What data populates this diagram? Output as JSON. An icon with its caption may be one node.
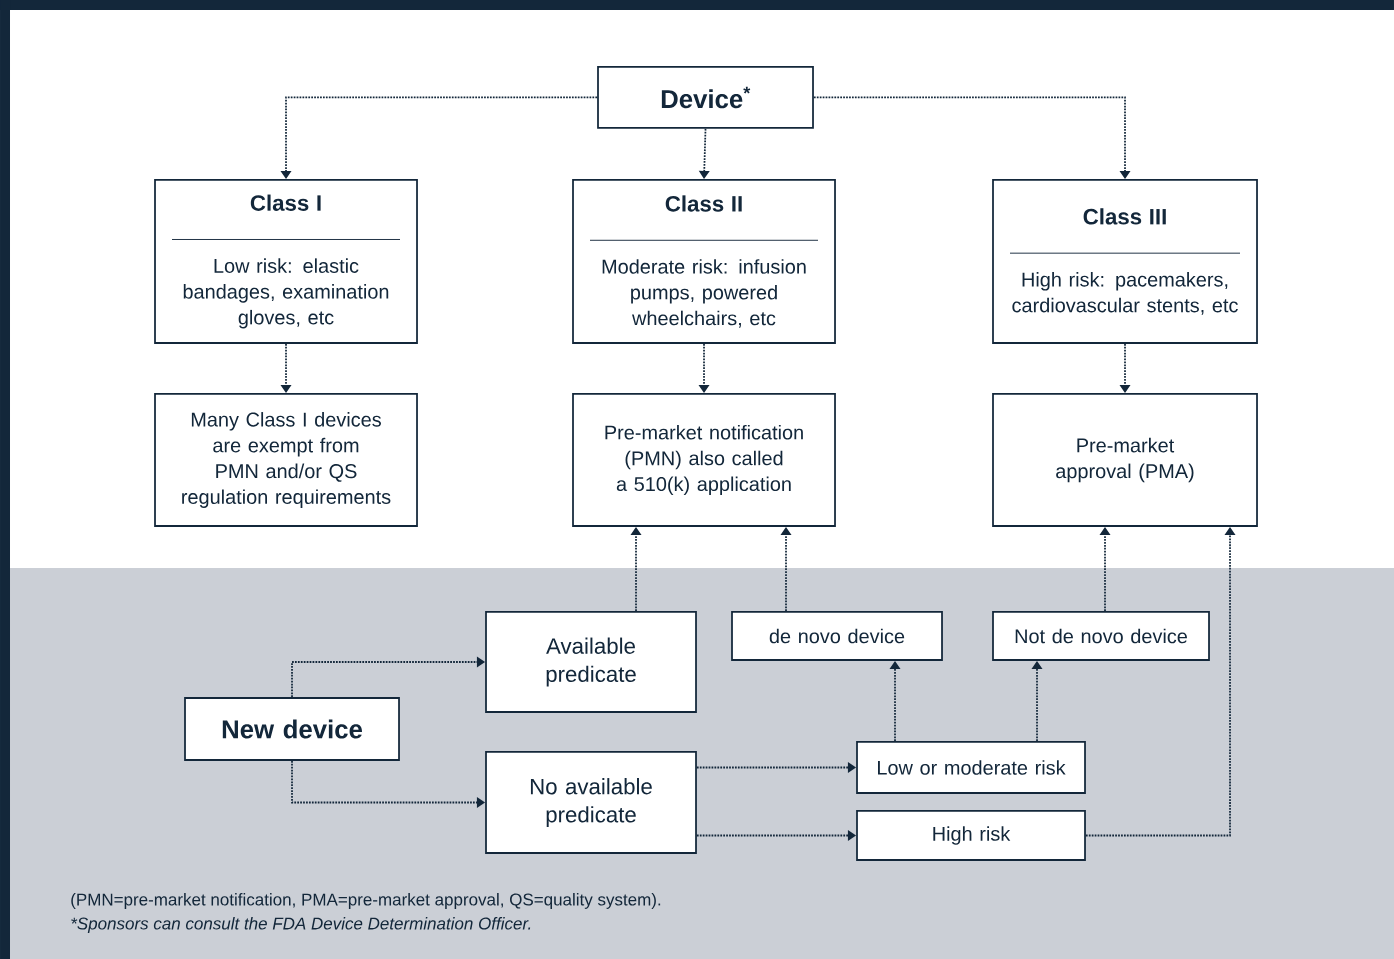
{
  "diagram": {
    "nodes": [
      {
        "text": [
          "Device$^{*}$"
        ]
      },
      {
        "text": [
          "Class I",
          "Low risk: elastic bandages, examination gloves, etc"
        ]
      },
      {
        "text": [
          "Class II",
          "Moderate risk: infusion pumps, powered wheelchairs, etc"
        ]
      },
      {
        "text": [
          "Class III",
          "High risk: pacemakers, cardiovascular stents, etc"
        ]
      },
      {
        "text": [
          "Many Class I devices are exempt from PMN and/or QS regulation requirements"
        ]
      },
      {
        "text": [
          "Pre-market notification (PMN) also called a 510(k) application"
        ]
      },
      {
        "text": [
          "Pre-market approval (PMA)"
        ]
      },
      {
        "text": [
          "New device"
        ]
      },
      {
        "text": [
          "Available predicate"
        ]
      },
      {
        "text": [
          "No available predicate"
        ]
      },
      {
        "text": [
          "de novo device"
        ]
      },
      {
        "text": [
          "Not de novo device"
        ]
      },
      {
        "text": [
          "Low or moderate risk"
        ]
      },
      {
        "text": [
          "High risk"
        ]
      }
    ],
    "edges": [
      {
        "from": 0,
        "to": 1,
        "arrow": "to"
      },
      {
        "from": 0,
        "to": 2,
        "arrow": "to"
      },
      {
        "from": 0,
        "to": 3,
        "arrow": "to"
      },
      {
        "from": 1,
        "to": 4,
        "arrow": "to"
      },
      {
        "from": 2,
        "to": 5,
        "arrow": "to"
      },
      {
        "from": 3,
        "to": 6,
        "arrow": "to"
      },
      {
        "from": 7,
        "to": 8,
        "arrow": "to"
      },
      {
        "from": 7,
        "to": 9,
        "arrow": "to"
      },
      {
        "from": 8,
        "to": 5,
        "arrow": "to"
      },
      {
        "from": 10,
        "to": 5,
        "arrow": "to"
      },
      {
        "from": 11,
        "to": 6,
        "arrow": "to"
      },
      {
        "from": 12,
        "to": 10,
        "arrow": "to"
      },
      {
        "from": 12,
        "to": 11,
        "arrow": "to"
      },
      {
        "from": 9,
        "to": 12,
        "arrow": "to"
      },
      {
        "from": 9,
        "to": 13,
        "arrow": "to"
      },
      {
        "from": 13,
        "to": 6,
        "arrow": "to"
      }
    ],
    "labels": [
      "(PMN=pre-market notification, PMA=pre-market approval, QS=quality system).",
      "*Sponsors can consult the FDA Device Determination Officer."
    ]
  }
}
